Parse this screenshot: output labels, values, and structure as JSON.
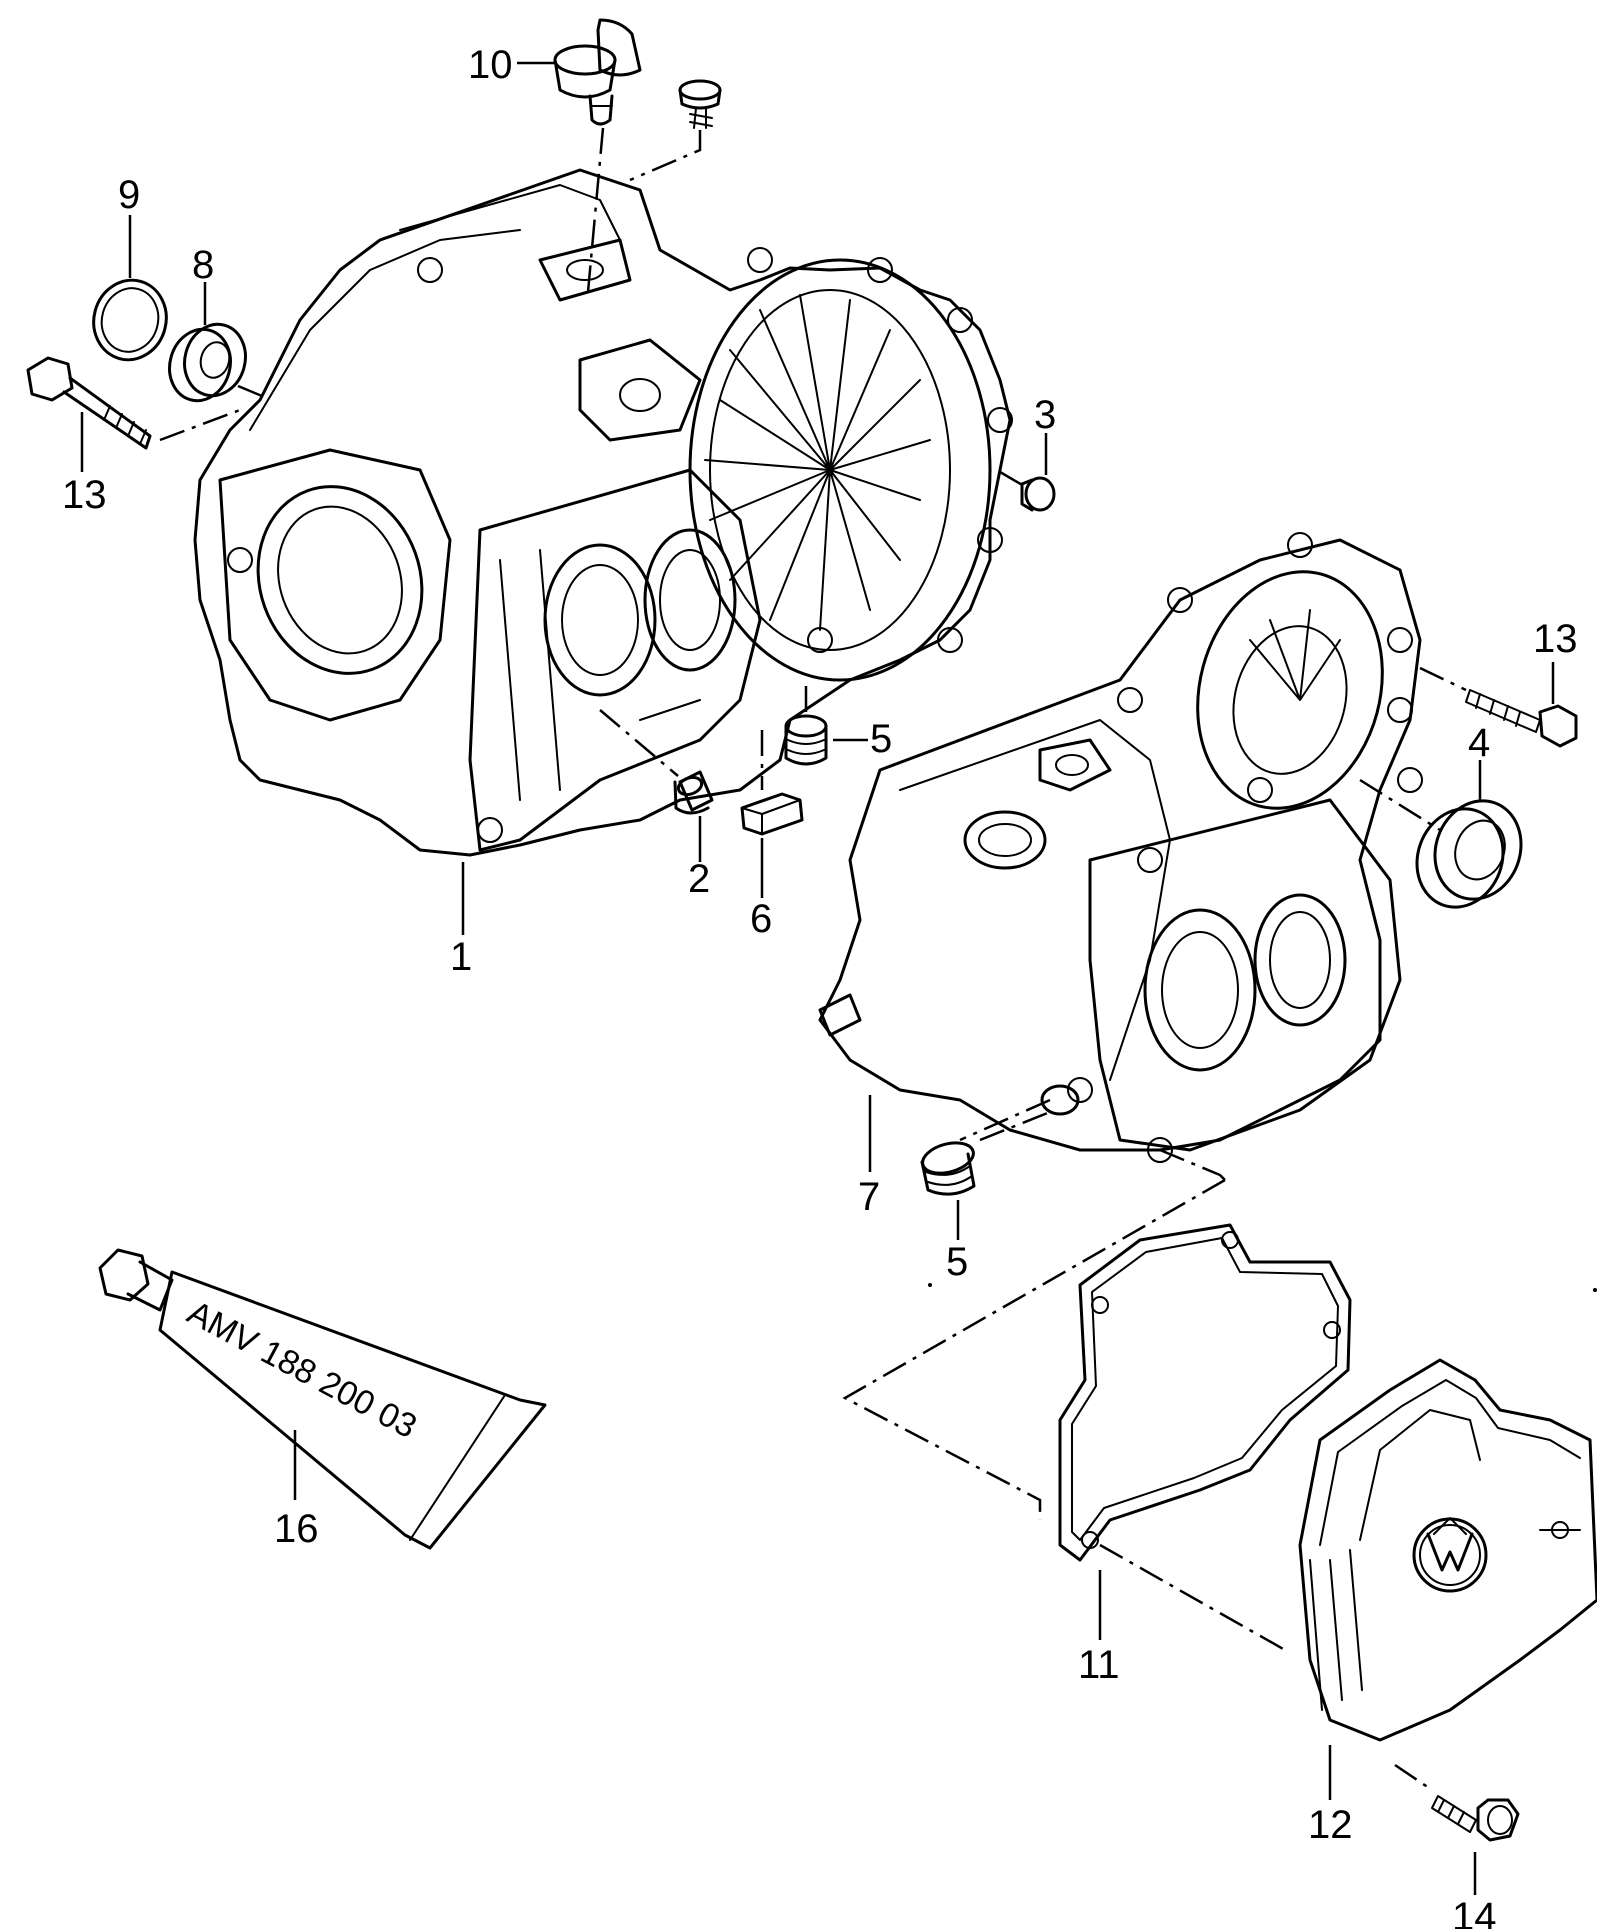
{
  "callouts": {
    "c1": "1",
    "c2": "2",
    "c3": "3",
    "c4": "4",
    "c5a": "5",
    "c5b": "5",
    "c6": "6",
    "c7": "7",
    "c8": "8",
    "c9": "9",
    "c10": "10",
    "c11": "11",
    "c12": "12",
    "c13a": "13",
    "c13b": "13",
    "c14": "14",
    "c16": "16"
  },
  "tube_label": "AMV  188 200 03",
  "colors": {
    "ink": "#000000",
    "paper": "#ffffff"
  }
}
